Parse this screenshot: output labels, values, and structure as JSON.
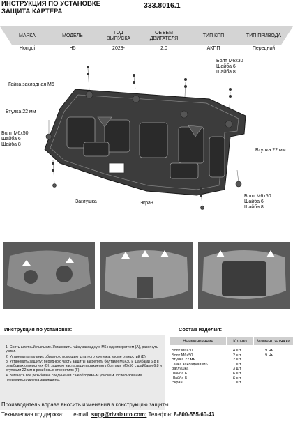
{
  "header": {
    "title_line1": "ИНСТРУКЦИЯ ПО УСТАНОВКЕ",
    "title_line2": "ЗАЩИТА КАРТЕРА",
    "part_number": "333.8016.1"
  },
  "spec_table": {
    "headers": [
      "МАРКА",
      "МОДЕЛЬ",
      "ГОД ВЫПУСКА",
      "ОБЪЕМ ДВИГАТЕЛЯ",
      "ТИП КПП",
      "ТИП ПРИВОДА"
    ],
    "values": [
      "Hongqi",
      "H5",
      "2023-",
      "2.0",
      "АКПП",
      "Передний"
    ]
  },
  "callouts": {
    "bolt_top": [
      "Болт М6х30",
      "Шайба 6",
      "Шайба 8"
    ],
    "nut": "Гайка закладная М6",
    "sleeve_left": "Втулка 22 мм",
    "bolt_left": [
      "Болт М6х50",
      "Шайба 6",
      "Шайба 8"
    ],
    "sleeve_right": "Втулка 22 мм",
    "plug": "Заглушка",
    "screen": "Экран",
    "bolt_bottom": [
      "Болт М6х50",
      "Шайба 6",
      "Шайба 8"
    ]
  },
  "instructions": {
    "title": "Инструкция по установке:",
    "steps": [
      "1. Снять штатный пыльник. Установить гайку закладную М6 над отверстием (А), разогнуть усики.",
      "2. Установить пыльник обратно с помощью штатного крепежа, кроме отверстий (Б).",
      "3. Установить защиту: переднюю часть защиты закрепить болтами М6х30 и шайбами 6,8 в резьбовых отверстиях (В), заднюю часть защиты закрепить болтами М6х50 с шайбами 6,8 и втулками 22 мм в резьбовых отверстиях (Г).",
      "4. Затянуть все резьбовые соединения с необходимым усилием. Использование пневмоинструмента запрещено."
    ]
  },
  "composition": {
    "title": "Состав изделия:",
    "headers": [
      "Наименование",
      "Кол-во",
      "Момент затяжки"
    ],
    "rows": [
      {
        "name": "Болт М6х30",
        "qty": "4 шт.",
        "torque": "9 Нм"
      },
      {
        "name": "Болт М6х50",
        "qty": "2 шт.",
        "torque": "9 Нм"
      },
      {
        "name": "Втулка 22 мм",
        "qty": "2 шт.",
        "torque": ""
      },
      {
        "name": "Гайка закладная М6",
        "qty": "1 шт.",
        "torque": ""
      },
      {
        "name": "Заглушка",
        "qty": "3 шт.",
        "torque": ""
      },
      {
        "name": "Шайба 6",
        "qty": "6 шт.",
        "torque": ""
      },
      {
        "name": "Шайба 8",
        "qty": "6 шт.",
        "torque": ""
      },
      {
        "name": "Экран",
        "qty": "1 шт.",
        "torque": ""
      }
    ]
  },
  "footer": {
    "note": "Производитель вправе вносить изменения в конструкцию защиты.",
    "support_label": "Техническая поддержка:",
    "email_label": "e-mail:",
    "email": "supp@rivalauto.com;",
    "phone_label": "Телефон:",
    "phone": "8-800-555-60-43"
  },
  "colors": {
    "plate": "#3c3c3c",
    "table_band": "#d4d4d4",
    "instruction_bg": "#eaeaea"
  }
}
